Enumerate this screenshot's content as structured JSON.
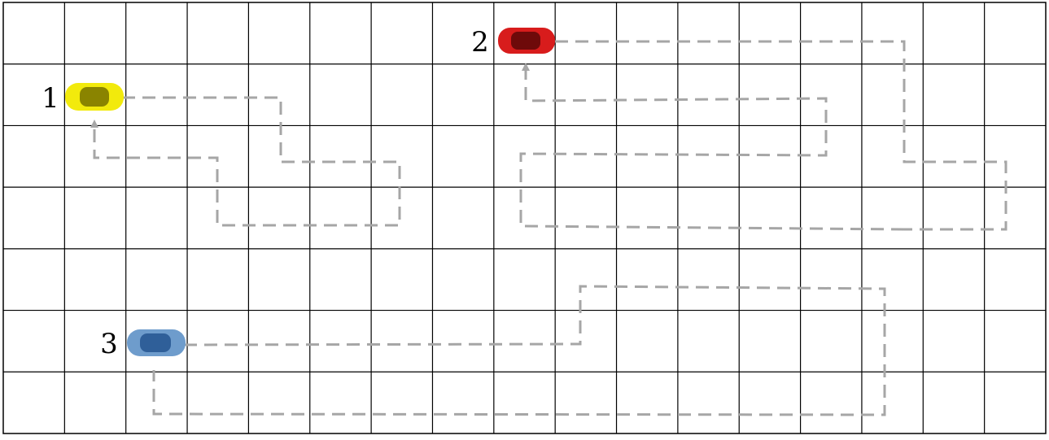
{
  "grid": {
    "columns": 17,
    "rows": 7,
    "line_color": "#000000",
    "background": "#ffffff"
  },
  "path_color": "#a6a6a6",
  "cars": [
    {
      "label": "1",
      "color": "#f2ea0c",
      "dark": "#8a8400"
    },
    {
      "label": "2",
      "color": "#d81c1c",
      "dark": "#6e0a0a"
    },
    {
      "label": "3",
      "color": "#6e9ccc",
      "dark": "#2f5f99"
    }
  ]
}
